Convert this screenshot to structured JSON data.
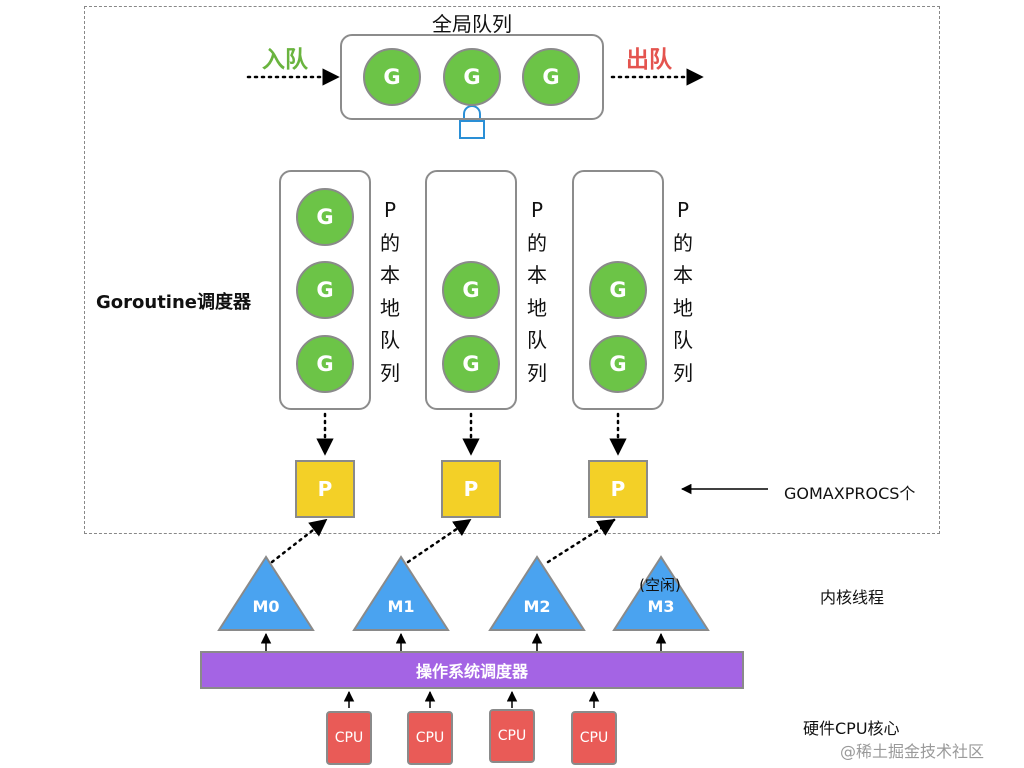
{
  "global_queue": {
    "title": "全局队列",
    "goroutines": [
      "G",
      "G",
      "G"
    ],
    "enqueue_label": "入队",
    "dequeue_label": "出队"
  },
  "scheduler_label": "Goroutine调度器",
  "local_queues": [
    {
      "label": [
        "P",
        "的",
        "本",
        "地",
        "队",
        "列"
      ],
      "goroutines": [
        "G",
        "G",
        "G"
      ]
    },
    {
      "label": [
        "P",
        "的",
        "本",
        "地",
        "队",
        "列"
      ],
      "goroutines": [
        "G",
        "G"
      ]
    },
    {
      "label": [
        "P",
        "的",
        "本",
        "地",
        "队",
        "列"
      ],
      "goroutines": [
        "G",
        "G"
      ]
    }
  ],
  "processors": [
    "P",
    "P",
    "P"
  ],
  "gomaxprocs_label": "GOMAXPROCS个",
  "threads": [
    "M0",
    "M1",
    "M2",
    "M3"
  ],
  "idle_label": "(空闲)",
  "kernel_threads_label": "内核线程",
  "os_scheduler_label": "操作系统调度器",
  "cpus": [
    "CPU",
    "CPU",
    "CPU",
    "CPU"
  ],
  "hardware_cores_label": "硬件CPU核心",
  "watermark": "@稀土掘金技术社区",
  "colors": {
    "goroutine": "#6cc447",
    "processor": "#f3d027",
    "thread": "#4aa3f0",
    "os_scheduler": "#a464e4",
    "cpu": "#e95b57",
    "enqueue": "#6ab43f",
    "dequeue": "#e4544f",
    "lock": "#2a8fd6"
  }
}
